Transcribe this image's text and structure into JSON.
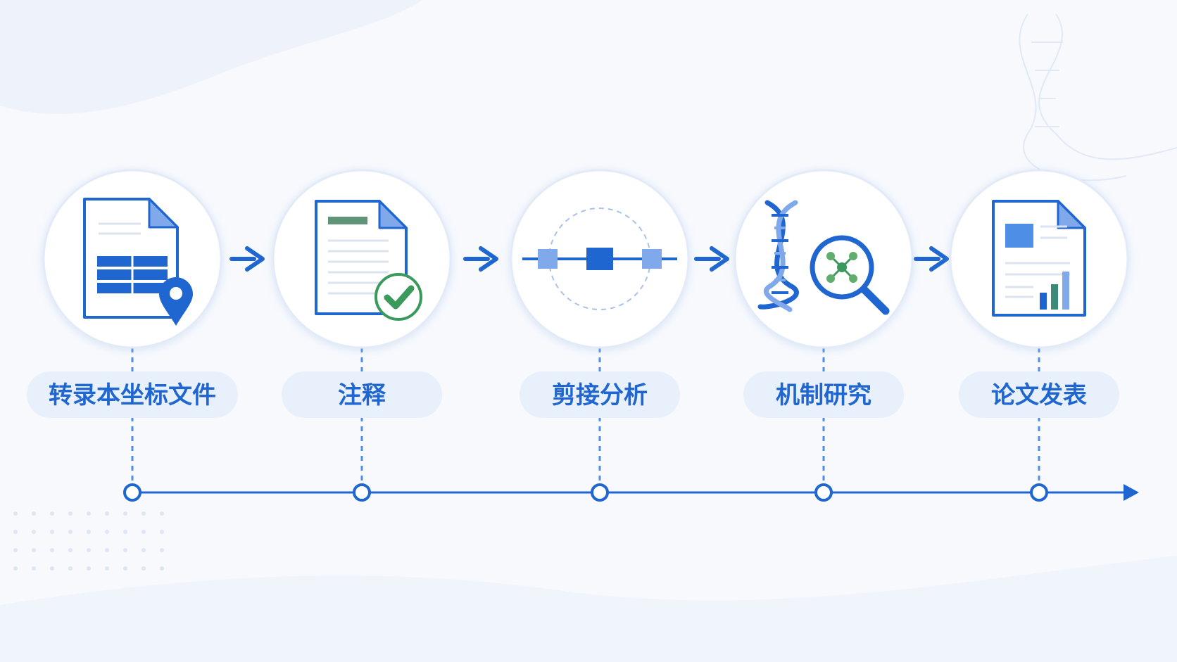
{
  "steps": [
    {
      "label": "转录本坐标文件",
      "icon": "document-table-location-icon"
    },
    {
      "label": "注释",
      "icon": "document-check-icon"
    },
    {
      "label": "剪接分析",
      "icon": "splicing-exons-icon"
    },
    {
      "label": "机制研究",
      "icon": "dna-magnifier-icon"
    },
    {
      "label": "论文发表",
      "icon": "document-chart-icon"
    }
  ],
  "colors": {
    "primary": "#1f66d1",
    "light_blue": "#7fa9ea",
    "pale_blue": "#e8f0fc",
    "green": "#3a9a5b",
    "background": "#f7f9fd"
  }
}
